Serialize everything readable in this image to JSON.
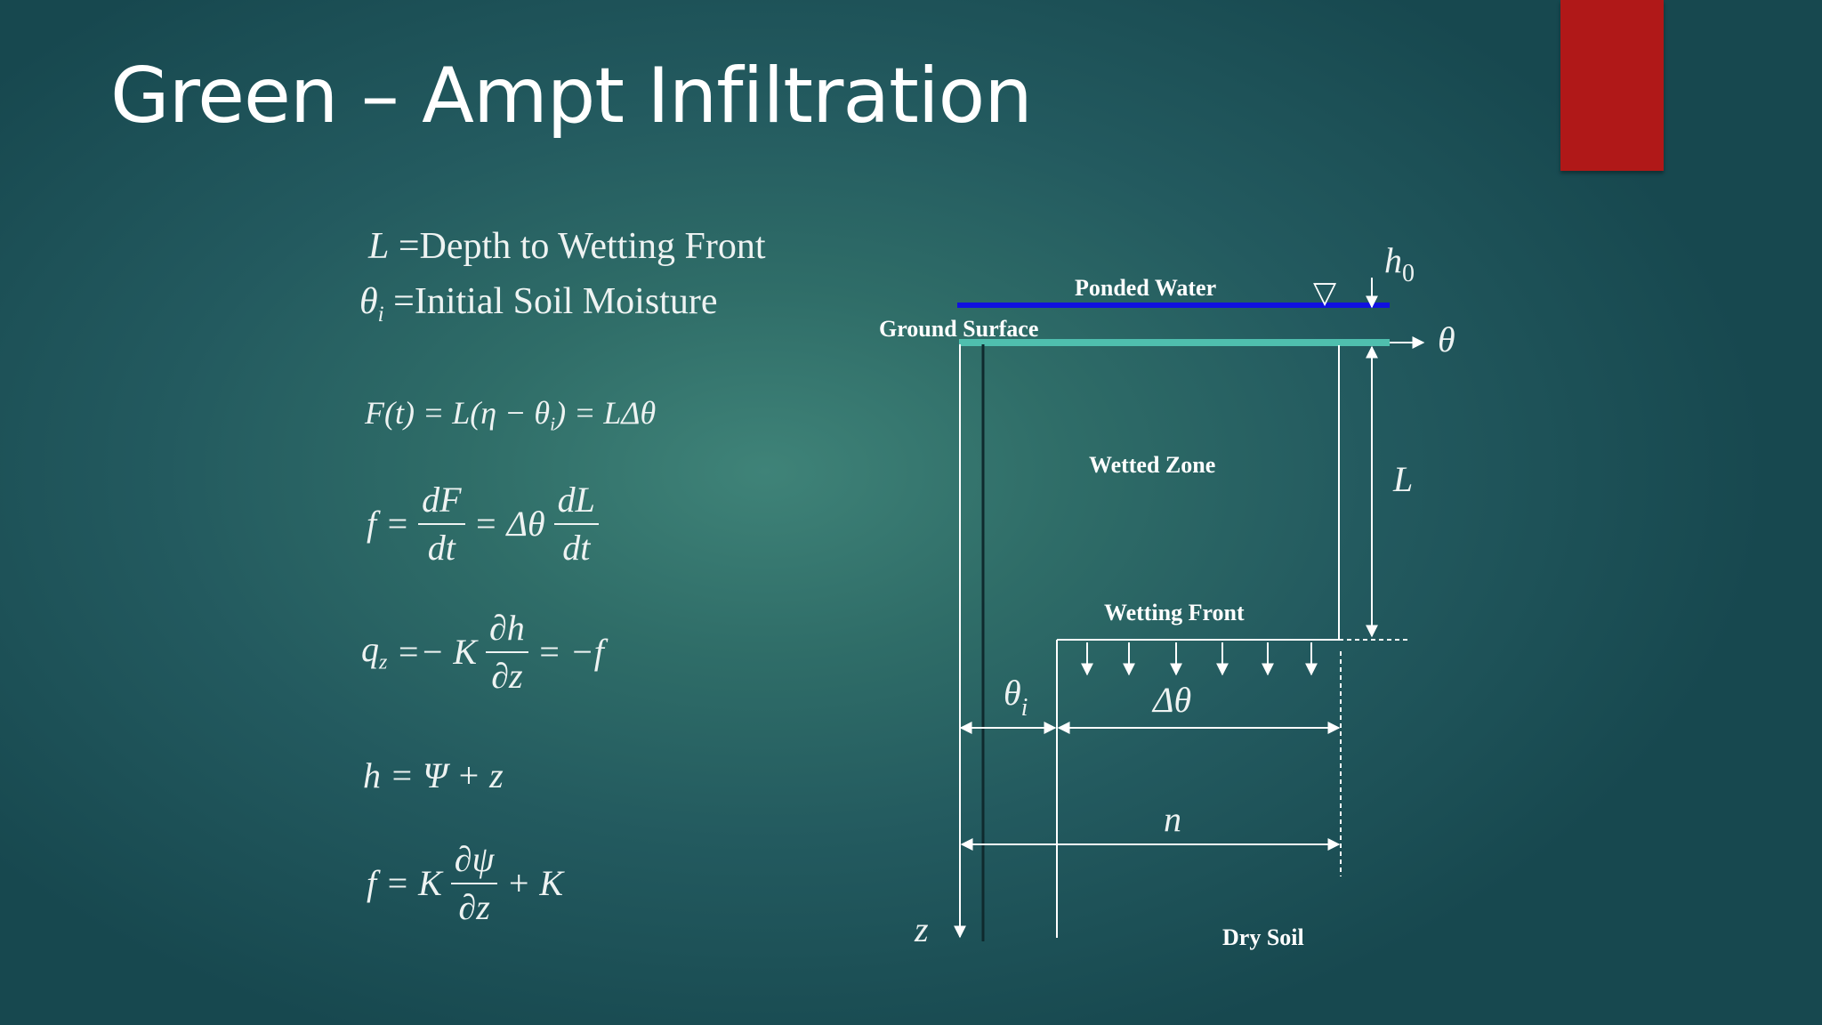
{
  "slide": {
    "title": "Green – Ampt Infiltration",
    "accent_color": "#b01818"
  },
  "definitions": [
    {
      "symbol": "L",
      "text": "=Depth to Wetting Front"
    },
    {
      "symbol": "θ",
      "sub": "i",
      "text": "=Initial Soil Moisture"
    }
  ],
  "equations": {
    "eq_F": "F(t) = L(η − θ",
    "eq_F_sub": "i",
    "eq_F_tail": ") = LΔθ",
    "eq_f_lhs": "f =",
    "eq_f_num1": "dF",
    "eq_f_den1": "dt",
    "eq_f_mid": "= Δθ",
    "eq_f_num2": "dL",
    "eq_f_den2": "dt",
    "eq_q_lhs": "q",
    "eq_q_sub": "z",
    "eq_q_mid": "=− K",
    "eq_q_num": "∂h",
    "eq_q_den": "∂z",
    "eq_q_tail": "= −f",
    "eq_h": "h = Ψ + z",
    "eq_f2_lhs": "f = K",
    "eq_f2_num": "∂ψ",
    "eq_f2_den": "∂z",
    "eq_f2_tail": "+ K"
  },
  "diagram": {
    "ponded_water_label": "Ponded Water",
    "ground_surface_label": "Ground Surface",
    "wetted_zone_label": "Wetted Zone",
    "wetting_front_label": "Wetting Front",
    "dry_soil_label": "Dry Soil",
    "h0_symbol": "h",
    "h0_sub": "0",
    "theta_axis": "θ",
    "L_symbol": "L",
    "theta_i_symbol": "θ",
    "theta_i_sub": "i",
    "delta_theta_symbol": "Δθ",
    "n_symbol": "n",
    "z_axis": "z",
    "water_symbol": "▽",
    "ponded_water_color": "#1010e0",
    "ground_surface_color": "#4fbfae"
  }
}
